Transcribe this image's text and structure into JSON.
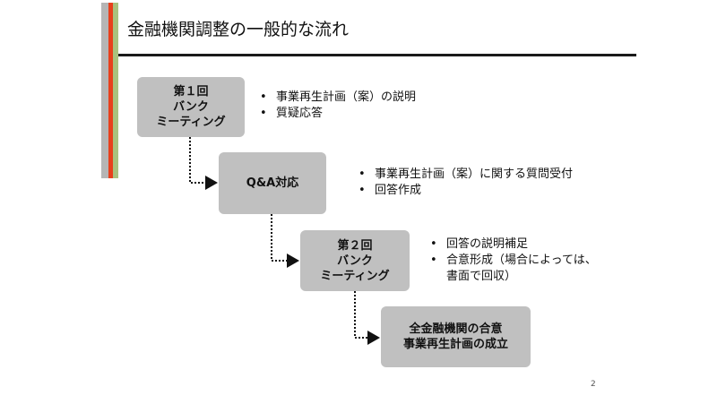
{
  "title": "金融機関調整の一般的な流れ",
  "accent_colors": {
    "gray": "#b5b5b5",
    "red": "#e8401c",
    "green": "#a9c27e",
    "box": "#c0c0c0"
  },
  "steps": [
    {
      "label_lines": [
        "第１回",
        "バンク",
        "ミーティング"
      ],
      "bullets": [
        {
          "lines": [
            "事業再生計画（案）の説明"
          ]
        },
        {
          "lines": [
            "質疑応答"
          ]
        }
      ]
    },
    {
      "label_lines": [
        "Q&A対応"
      ],
      "bullets": [
        {
          "lines": [
            "事業再生計画（案）に関する質問受付"
          ]
        },
        {
          "lines": [
            "回答作成"
          ]
        }
      ]
    },
    {
      "label_lines": [
        "第２回",
        "バンク",
        "ミーティング"
      ],
      "bullets": [
        {
          "lines": [
            "回答の説明補足"
          ]
        },
        {
          "lines": [
            "合意形成（場合によっては、",
            "書面で回収）"
          ]
        }
      ]
    },
    {
      "label_lines": [
        "全金融機関の合意",
        "事業再生計画の成立"
      ],
      "bullets": []
    }
  ],
  "page_number": "2"
}
